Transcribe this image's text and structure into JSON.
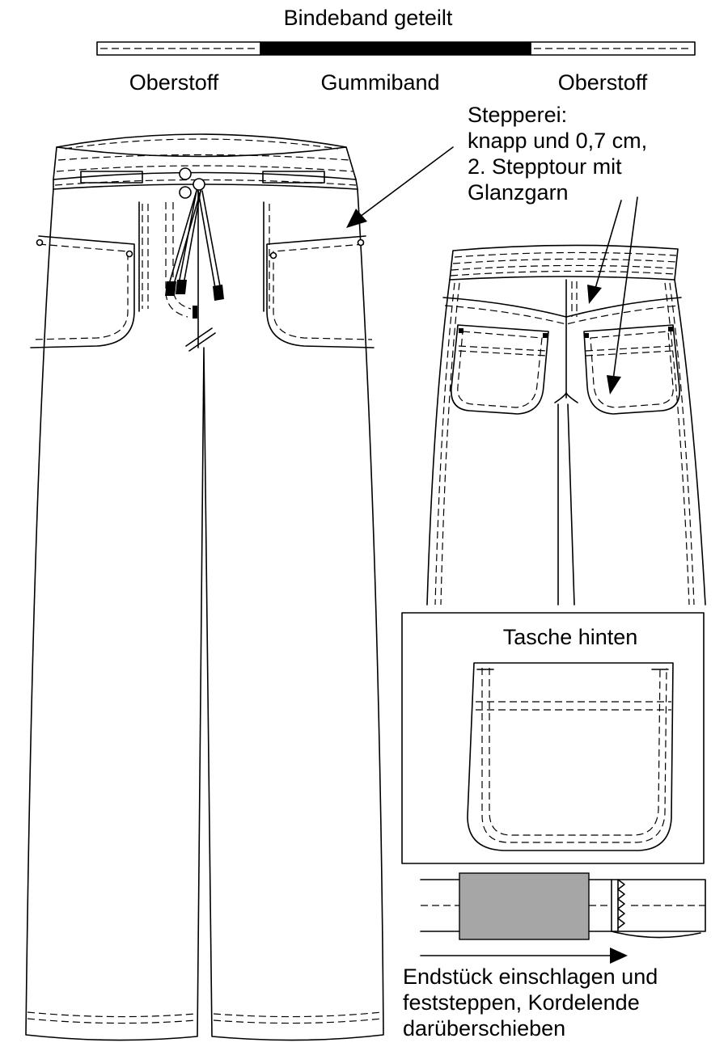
{
  "colors": {
    "line": "#000000",
    "paper": "#ffffff",
    "elastic": "#a6a6a6"
  },
  "tie_band": {
    "title": "Bindeband geteilt",
    "left_label": "Oberstoff",
    "middle_label": "Gummiband",
    "right_label": "Oberstoff"
  },
  "stitching_note": [
    "Stepperei:",
    "knapp und 0,7 cm,",
    "2. Stepptour mit",
    "Glanzgarn"
  ],
  "back_pocket_detail": {
    "title": "Tasche hinten"
  },
  "cord_end_note": [
    "Endstück einschlagen und",
    "feststeppen, Kordelende",
    "darüberschieben"
  ]
}
